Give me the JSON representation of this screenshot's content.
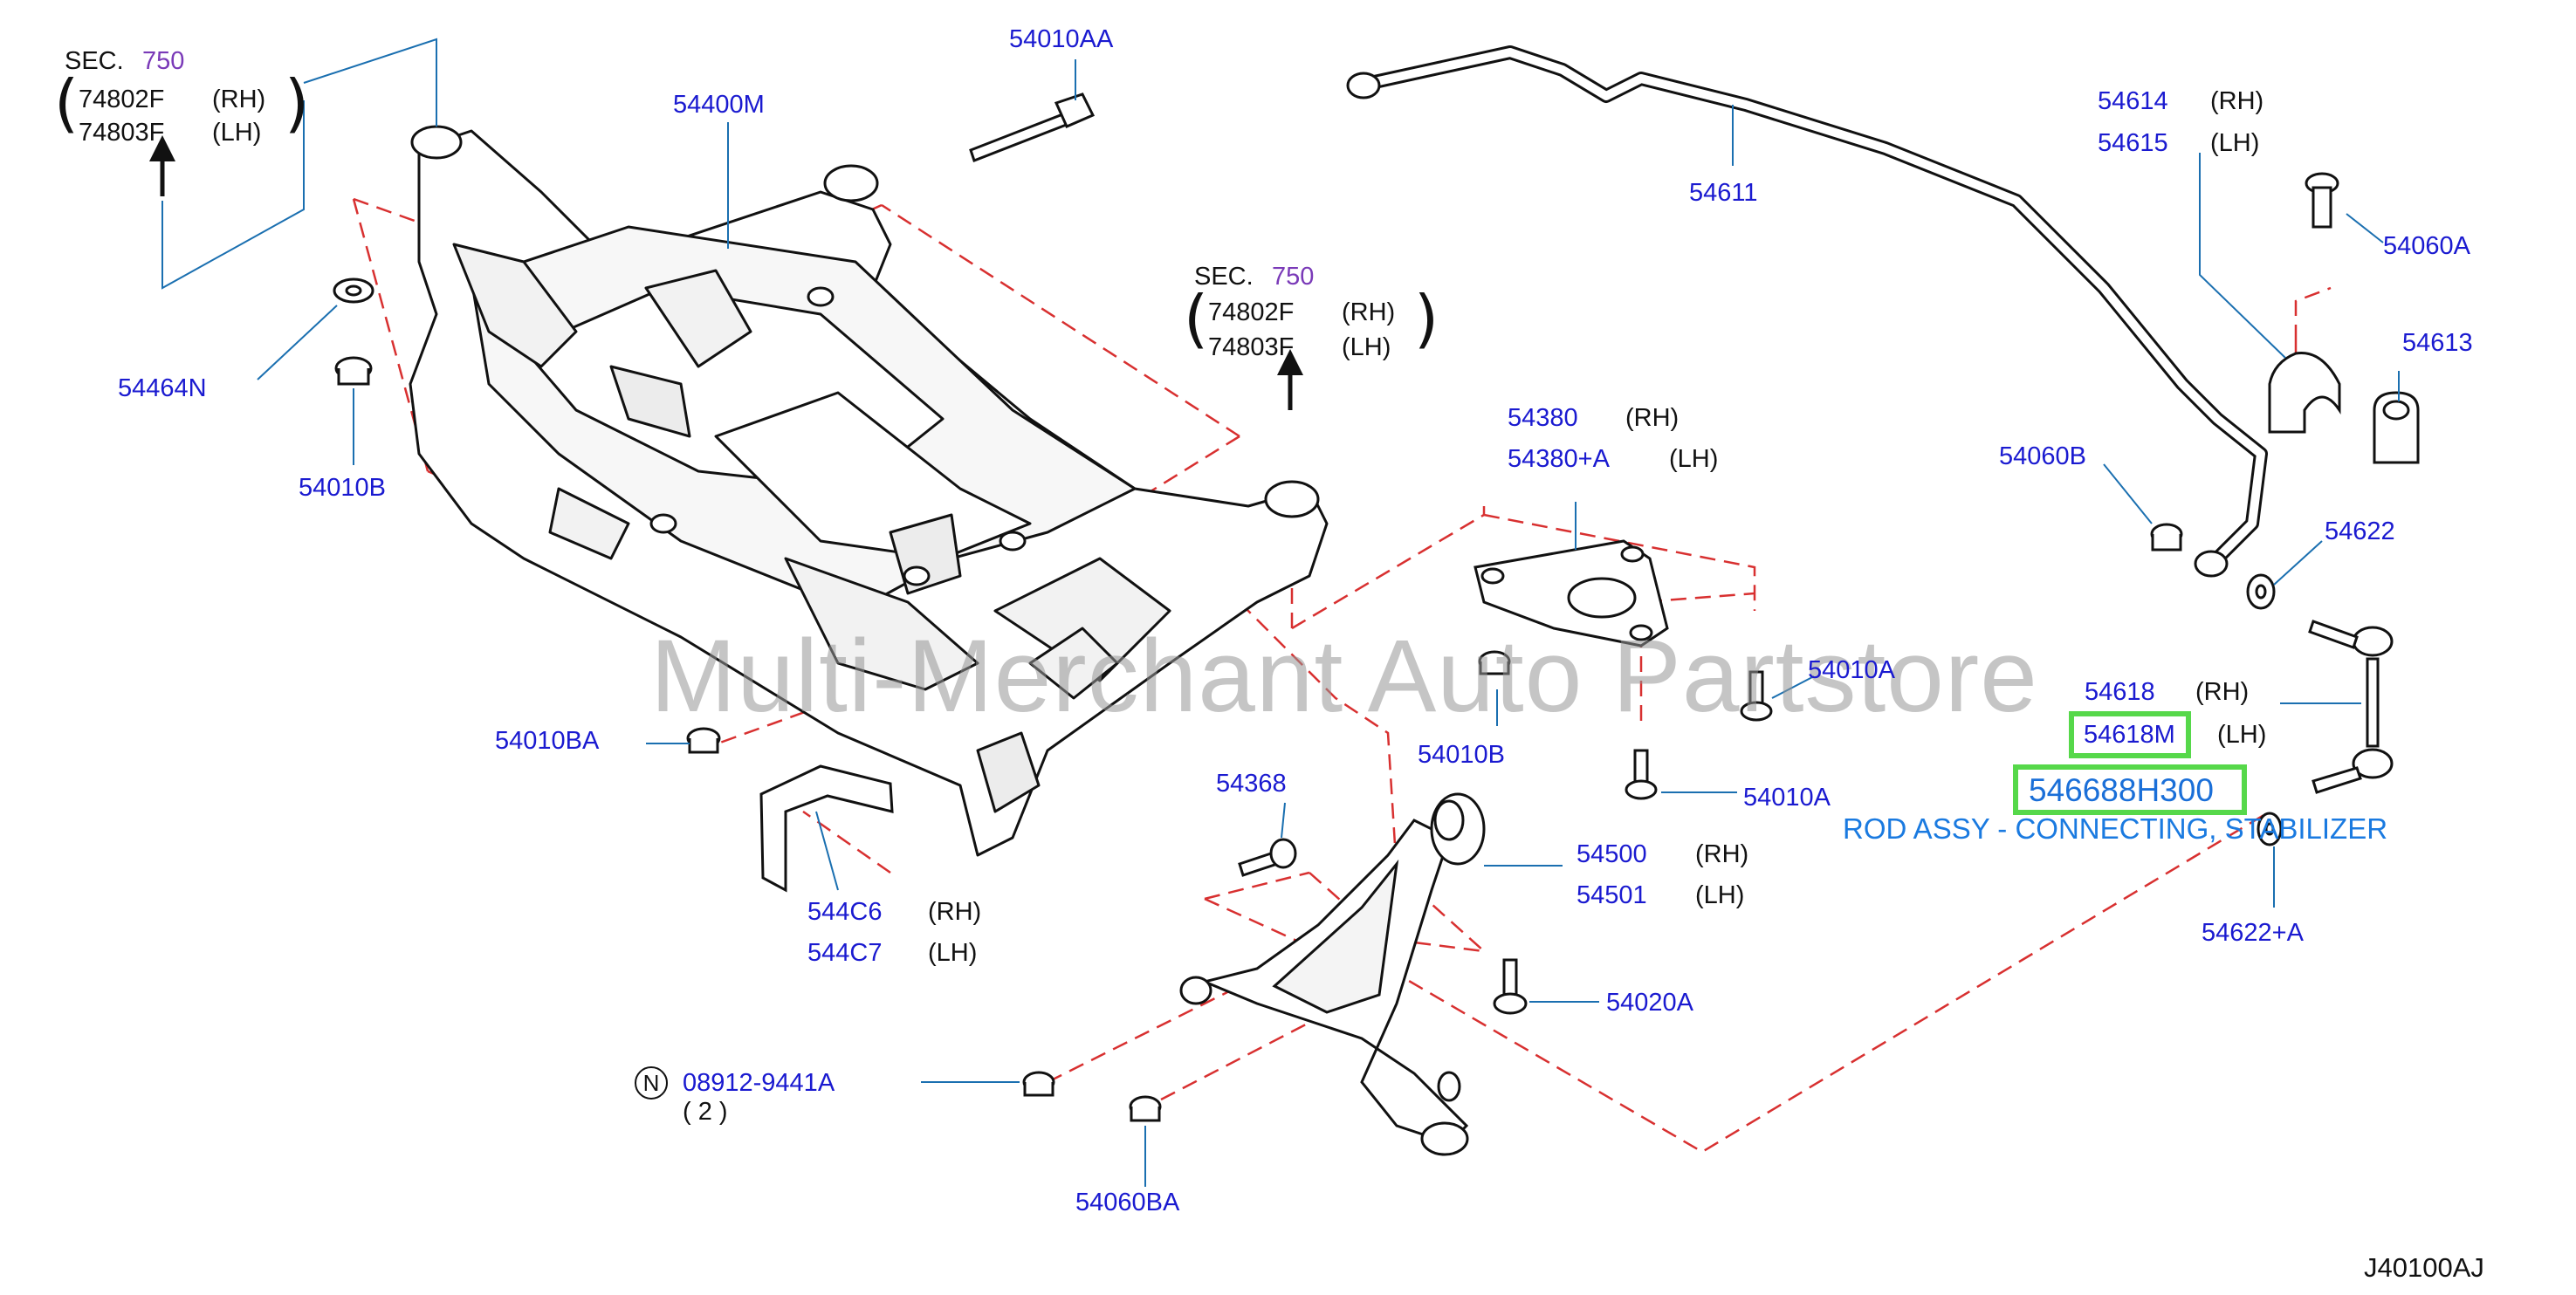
{
  "watermark": "Multi-Merchant Auto Partstore",
  "diagram_code": "J40100AJ",
  "sec_ref_left": {
    "sec": "SEC.",
    "num": "750",
    "p1": "74802F",
    "p1s": "(RH)",
    "p2": "74803F",
    "p2s": "(LH)"
  },
  "sec_ref_mid": {
    "sec": "SEC.",
    "num": "750",
    "p1": "74802F",
    "p1s": "(RH)",
    "p2": "74803F",
    "p2s": "(LH)"
  },
  "parts": {
    "p54400M": "54400M",
    "p54010AA": "54010AA",
    "p54464N": "54464N",
    "p54010B": "54010B",
    "p54010BA": "54010BA",
    "p544C6": "544C6",
    "p544C6_side": "(RH)",
    "p544C7": "544C7",
    "p544C7_side": "(LH)",
    "p54611": "54611",
    "p54614": "54614",
    "p54614_side": "(RH)",
    "p54615": "54615",
    "p54615_side": "(LH)",
    "p54060A": "54060A",
    "p54613": "54613",
    "p54060B": "54060B",
    "p54622": "54622",
    "p54380": "54380",
    "p54380_side": "(RH)",
    "p54380A": "54380+A",
    "p54380A_side": "(LH)",
    "p54010A_1": "54010A",
    "p54010A_2": "54010A",
    "p54010B_2": "54010B",
    "p54618": "54618",
    "p54618_side": "(RH)",
    "p54618M": "54618M",
    "p54618M_side": "(LH)",
    "p54368": "54368",
    "p54500": "54500",
    "p54500_side": "(RH)",
    "p54501": "54501",
    "p54501_side": "(LH)",
    "p54020A": "54020A",
    "p54622A": "54622+A",
    "p08912": "08912-9441A",
    "p08912_qty": "( 2 )",
    "p08912_mark": "N",
    "p54060BA": "54060BA"
  },
  "highlight": {
    "part_number": "546688H300",
    "description": "ROD ASSY - CONNECTING, STABILIZER"
  },
  "colors": {
    "label_blue": "#1a1ad0",
    "highlight_green": "#56d84a",
    "highlight_text": "#1a6fd8",
    "dashed_red": "#d83030",
    "sec_purple": "#7a3ab8"
  }
}
